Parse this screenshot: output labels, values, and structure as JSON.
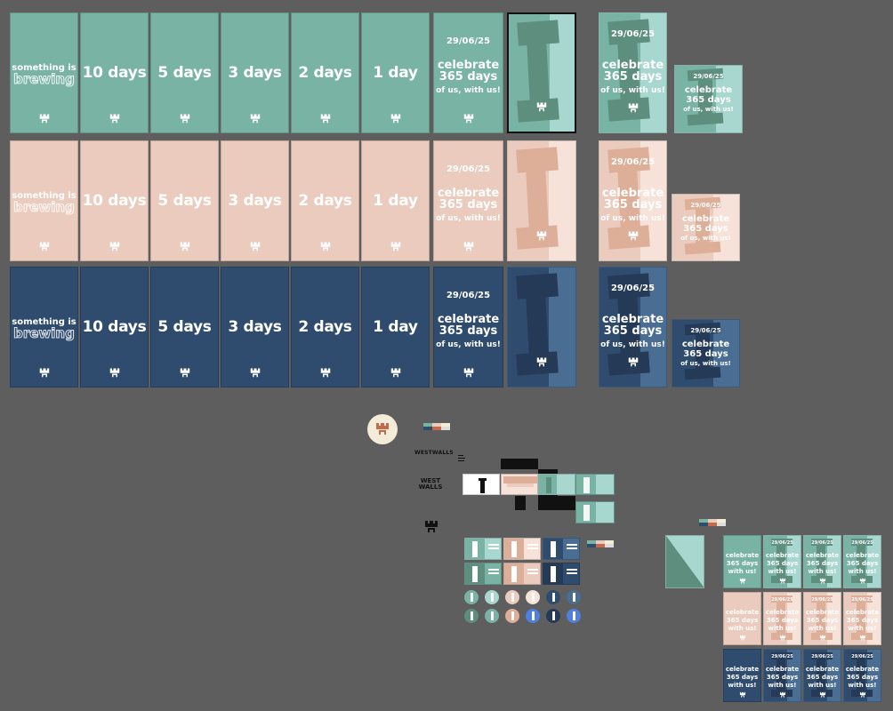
{
  "colors": {
    "canvas": "#5e5e5e",
    "teal": "#78b3a4",
    "teal_dark": "#5e8e7e",
    "teal_light": "#a8d7cf",
    "peach": "#ebcbbd",
    "peach_dark": "#ddae98",
    "peach_light": "#f6e2d8",
    "navy": "#2f4c6e",
    "navy_dark": "#243a56",
    "navy_light": "#4a6d93",
    "cream": "#f2ecd8",
    "brick": "#c46a4b"
  },
  "countdown": {
    "brewing_line1": "something is",
    "brewing_line2": "brewing",
    "days": [
      "10 days",
      "5 days",
      "3 days",
      "2 days",
      "1 day"
    ]
  },
  "celebrate": {
    "date": "29/06/25",
    "line1": "celebrate",
    "line2": "365 days",
    "line3": "of us, with us!"
  },
  "celebrate_alt": {
    "line1": "celebrate",
    "line2": "365 days",
    "line3": "with us!"
  },
  "brand": {
    "name_line": "WESTWALLS",
    "name_stack_1": "WEST",
    "name_stack_2": "WALLS"
  },
  "small_cards": {
    "date": "29/06/25",
    "line1": "celebrate",
    "line2": "365 days",
    "line3": "with us!"
  }
}
